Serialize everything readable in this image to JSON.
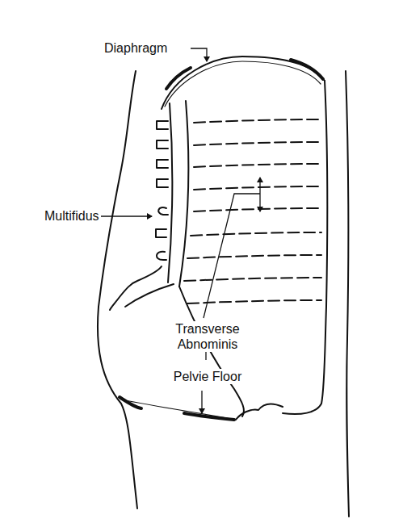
{
  "diagram": {
    "labels": [
      "Diaphragm",
      "Multifidus",
      "Transverse Abnominis",
      "Pelvie Floor"
    ]
  }
}
